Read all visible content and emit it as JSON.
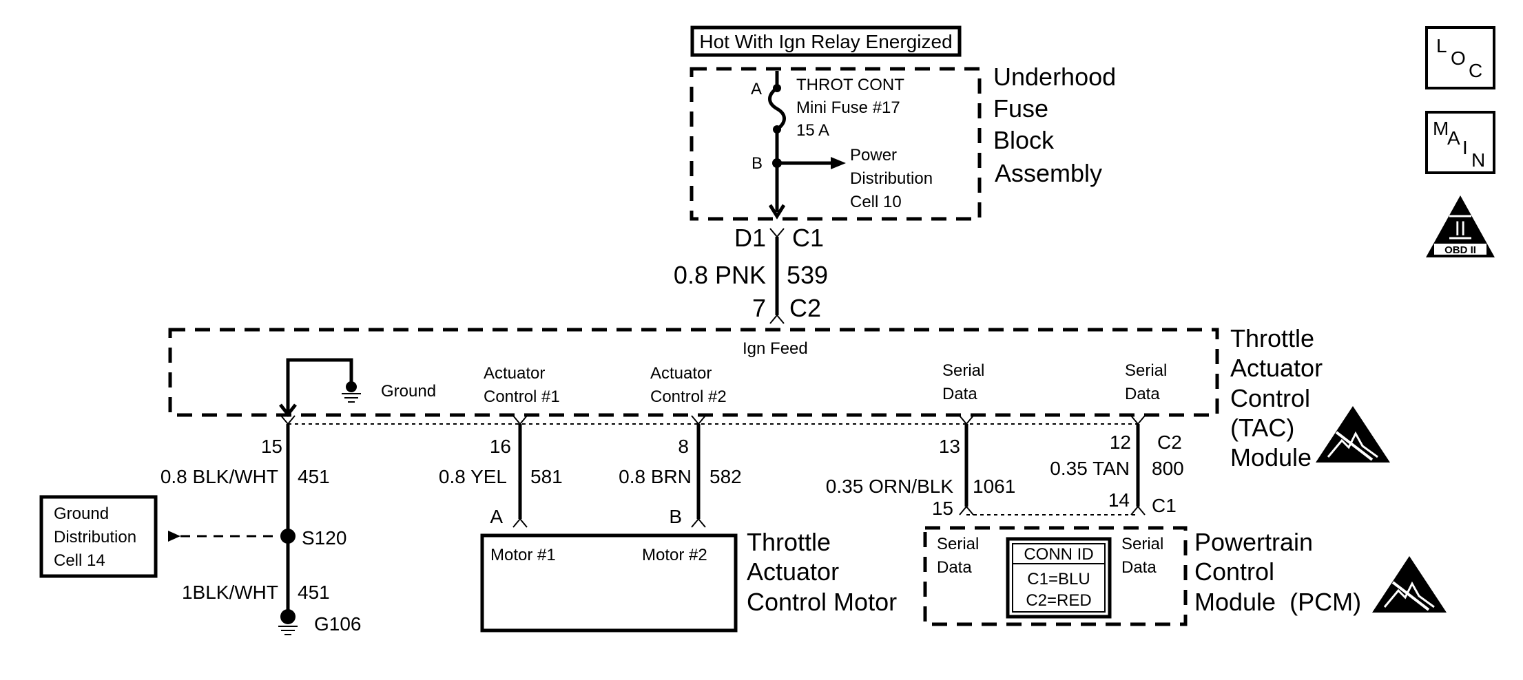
{
  "relay_note": "Hot With Ign Relay Energized",
  "fuse_block": {
    "title_lines": [
      "Underhood",
      "Fuse",
      "Block",
      "Assembly"
    ],
    "fuse_lines": [
      "THROT CONT",
      "Mini Fuse #17",
      "15 A"
    ],
    "pin_a": "A",
    "pin_b": "B",
    "power_lines": [
      "Power",
      "Distribution",
      "Cell 10"
    ]
  },
  "feed": {
    "c1_pin": "D1",
    "c1_conn": "C1",
    "wire_color": "0.8 PNK",
    "circuit": "539",
    "c2_pin": "7",
    "c2_conn": "C2"
  },
  "tac_module": {
    "title_lines": [
      "Throttle",
      "Actuator",
      "Control",
      "(TAC)",
      "Module"
    ],
    "ign_feed": "Ign Feed",
    "ground": "Ground",
    "act1_lines": [
      "Actuator",
      "Control #1"
    ],
    "act2_lines": [
      "Actuator",
      "Control #2"
    ],
    "serial1_lines": [
      "Serial",
      "Data"
    ],
    "serial2_lines": [
      "Serial",
      "Data"
    ],
    "c2_conn": "C2"
  },
  "ground_wire": {
    "pin": "15",
    "wire_color": "0.8 BLK/WHT",
    "circuit": "451",
    "splice": "S120",
    "wire2_color": "1BLK/WHT",
    "circuit2": "451",
    "ground_id": "G106",
    "dist_lines": [
      "Ground",
      "Distribution",
      "Cell 14"
    ]
  },
  "act1_wire": {
    "pin": "16",
    "wire_color": "0.8 YEL",
    "circuit": "581",
    "motor_pin": "A"
  },
  "act2_wire": {
    "pin": "8",
    "wire_color": "0.8 BRN",
    "circuit": "582",
    "motor_pin": "B"
  },
  "serial1_wire": {
    "pin_top": "13",
    "wire_color": "0.35 ORN/BLK",
    "circuit": "1061",
    "pin_bottom": "15"
  },
  "serial2_wire": {
    "pin_top": "12",
    "wire_color": "0.35 TAN",
    "circuit": "800",
    "pin_bottom": "14",
    "conn_bottom": "C1"
  },
  "motor": {
    "title_lines": [
      "Throttle",
      "Actuator",
      "Control Motor"
    ],
    "motor1": "Motor #1",
    "motor2": "Motor #2"
  },
  "pcm": {
    "title_lines": [
      "Powertrain",
      "Control",
      "Module  (PCM)"
    ],
    "serial_left_lines": [
      "Serial",
      "Data"
    ],
    "serial_right_lines": [
      "Serial",
      "Data"
    ],
    "conn_id_title": "CONN ID",
    "conn_id_lines": [
      "C1=BLU",
      "C2=RED"
    ]
  },
  "side_icons": {
    "loc": [
      "L",
      "O",
      "C"
    ],
    "main": [
      "M",
      "A",
      "I",
      "N"
    ],
    "obd_num": "II",
    "obd_label": "OBD II"
  }
}
